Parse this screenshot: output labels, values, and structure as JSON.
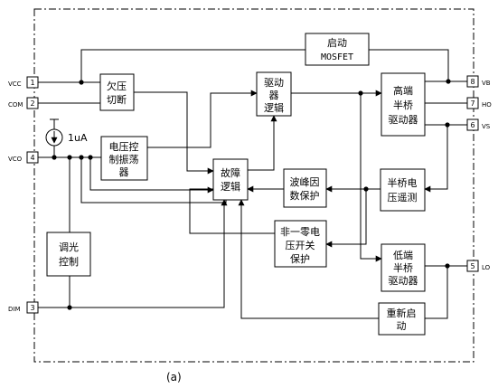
{
  "caption": "(a)",
  "blocks": {
    "startup": [
      "启动",
      "MOSFET"
    ],
    "uvlo": [
      "欠压",
      "切断"
    ],
    "driver_logic": [
      "驱动",
      "器",
      "逻辑"
    ],
    "high_side": [
      "高端",
      "半桥",
      "驱动器"
    ],
    "vco_osc": [
      "电压控",
      "制振荡",
      "器"
    ],
    "fault_logic": [
      "故障",
      "逻辑"
    ],
    "crest_factor": [
      "波峰因",
      "数保护"
    ],
    "hb_sense": [
      "半桥电",
      "压遥测"
    ],
    "dimming": [
      "调光",
      "控制"
    ],
    "non_zero_volt": [
      "非一零电",
      "压开关",
      "保护"
    ],
    "low_side": [
      "低端",
      "半桥",
      "驱动器"
    ],
    "restart": [
      "重新启",
      "动"
    ]
  },
  "current_source_label": "1uA",
  "pins_left": [
    {
      "name": "VCC",
      "num": "1"
    },
    {
      "name": "COM",
      "num": "2"
    },
    {
      "name": "VCO",
      "num": "4"
    },
    {
      "name": "DIM",
      "num": "3"
    }
  ],
  "pins_right": [
    {
      "name": "VB",
      "num": "8"
    },
    {
      "name": "HO",
      "num": "7"
    },
    {
      "name": "VS",
      "num": "6"
    },
    {
      "name": "LO",
      "num": "5"
    }
  ]
}
